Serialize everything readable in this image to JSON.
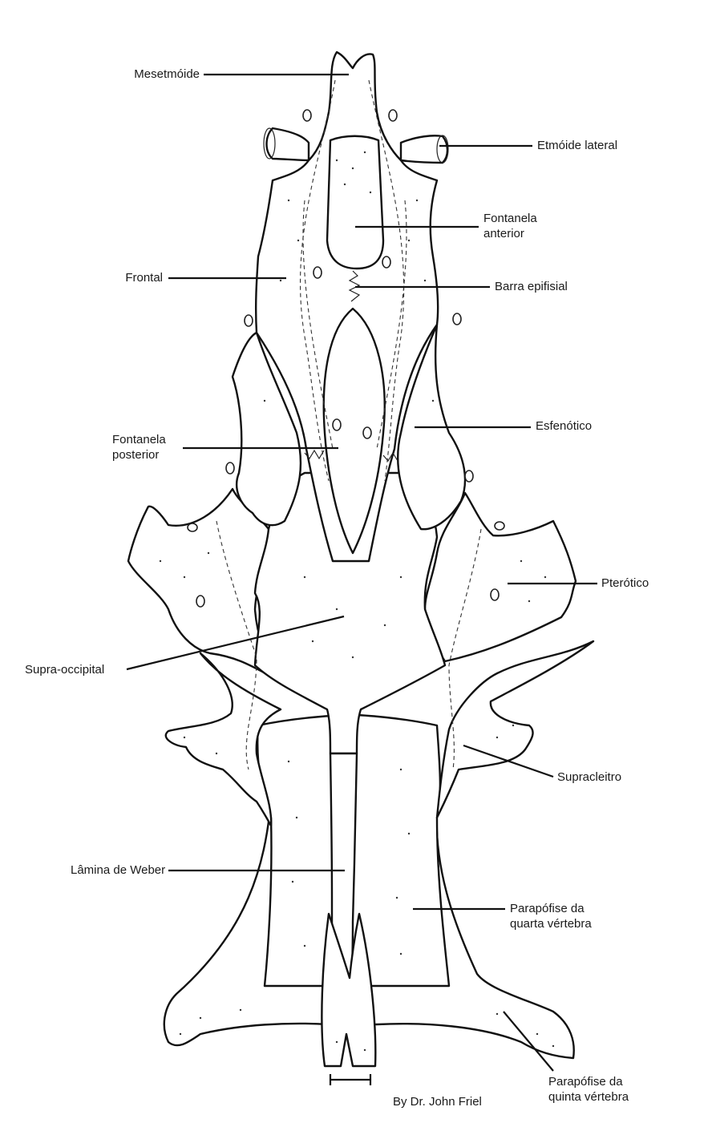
{
  "labels": {
    "mesetmoide": "Mesetmóide",
    "etmoide_lateral": "Etmóide lateral",
    "fontanela_anterior": "Fontanela\nanterior",
    "frontal": "Frontal",
    "barra_epifisial": "Barra epifisial",
    "esfenotico": "Esfenótico",
    "fontanela_posterior": "Fontanela\nposterior",
    "pterotico": "Pterótico",
    "supra_occipital": "Supra-occipital",
    "supracleitro": "Supracleitro",
    "lamina_de_weber": "Lâmina de Weber",
    "parapofise_quarta": "Parapófise da\nquarta vértebra",
    "parapofise_quinta": "Parapófise da\nquinta vértebra"
  },
  "credit": "By Dr. John Friel"
}
